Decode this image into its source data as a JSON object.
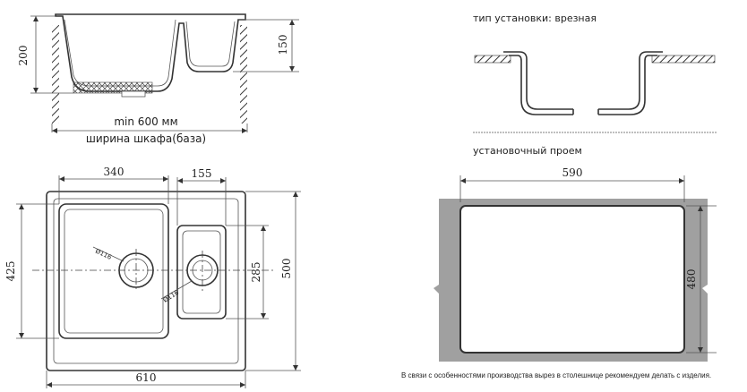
{
  "side_view": {
    "dim_left": "200",
    "dim_right": "150",
    "min_width_label": "min 600 мм",
    "cabinet_label": "ширина шкафа(база)"
  },
  "top_view": {
    "dim_big_bowl": "340",
    "dim_small_bowl": "155",
    "dim_left_height": "425",
    "dim_right_outer": "500",
    "dim_small_height": "285",
    "dim_width": "610",
    "drain_big": "Ø116",
    "drain_small": "Ø116"
  },
  "install": {
    "type_label": "тип установки: врезная",
    "opening_label": "установочный проем",
    "dim_width": "590",
    "dim_height": "480",
    "note": "В связи с особенностями производства вырез в столешнице рекомендуем делать с изделия."
  }
}
